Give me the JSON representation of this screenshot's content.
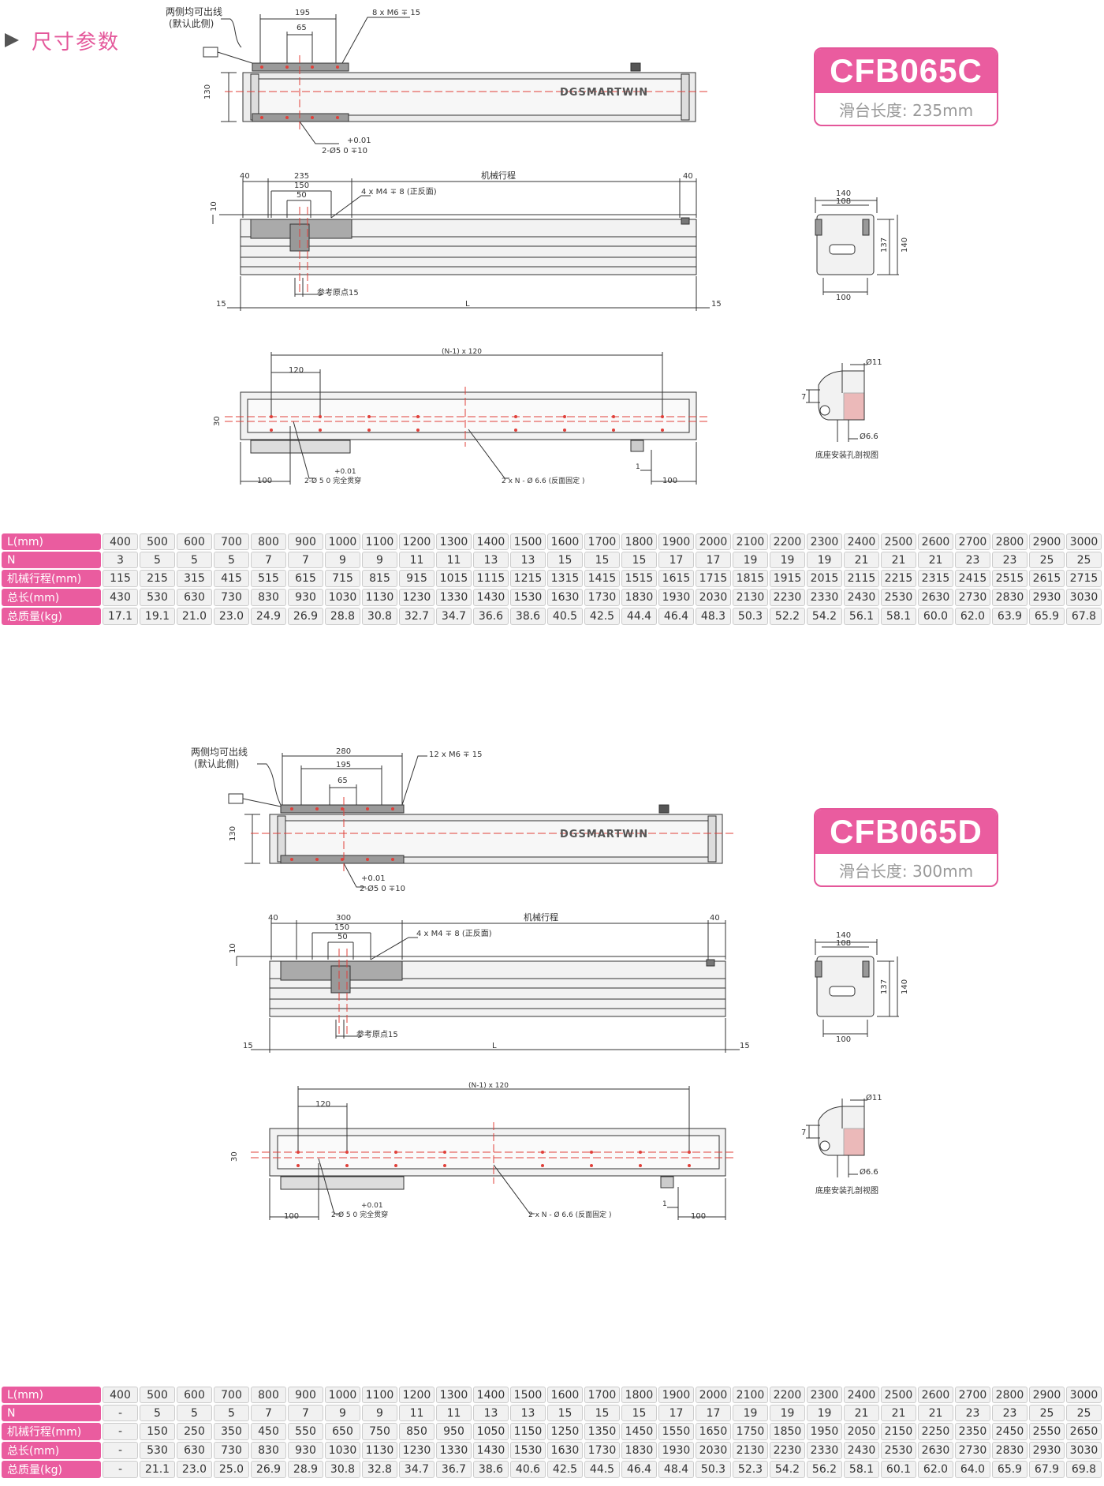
{
  "section_title": "尺寸参数",
  "models": [
    {
      "name": "CFB065C",
      "slide_length": "滑台长度: 235mm",
      "brand": "DGSMARTWIN",
      "top_view": {
        "cable_note1": "两侧均可出线",
        "cable_note2": "(默认此侧)",
        "dim_a": "195",
        "dim_b": "65",
        "holes": "8 x M6 ∓ 15",
        "height": "130",
        "pin_tol": "+0.01",
        "pin_spec": "2-Ø5  0   ∓10"
      },
      "front_view": {
        "left": "40",
        "width": "235",
        "dim_150": "150",
        "dim_50": "50",
        "holes": "4 x M4 ∓ 8 (正反面)",
        "stroke": "机械行程",
        "right": "40",
        "h10": "10",
        "origin": "参考原点15",
        "end_l": "15",
        "total": "L",
        "end_r": "15"
      },
      "end_view": {
        "w140": "140",
        "w108": "108",
        "h137": "137",
        "h140": "140",
        "w100": "100"
      },
      "bottom_view": {
        "pitch": "(N-1) x 120",
        "p120": "120",
        "h30": "30",
        "p100l": "100",
        "pin_tol": "+0.01",
        "pin_spec": "2-Ø 5  0    完全贯穿",
        "holes": "2 x N - Ø 6.6 (反面固定 )",
        "one": "1",
        "p100r": "100"
      },
      "section_view": {
        "d11": "Ø11",
        "h7": "7",
        "d66": "Ø6.6",
        "caption": "底座安装孔剖视图"
      },
      "table": {
        "rows": [
          {
            "label": "L(mm)",
            "values": [
              "400",
              "500",
              "600",
              "700",
              "800",
              "900",
              "1000",
              "1100",
              "1200",
              "1300",
              "1400",
              "1500",
              "1600",
              "1700",
              "1800",
              "1900",
              "2000",
              "2100",
              "2200",
              "2300",
              "2400",
              "2500",
              "2600",
              "2700",
              "2800",
              "2900",
              "3000"
            ]
          },
          {
            "label": "N",
            "values": [
              "3",
              "5",
              "5",
              "5",
              "7",
              "7",
              "9",
              "9",
              "11",
              "11",
              "13",
              "13",
              "15",
              "15",
              "15",
              "17",
              "17",
              "19",
              "19",
              "19",
              "21",
              "21",
              "21",
              "23",
              "23",
              "25",
              "25"
            ]
          },
          {
            "label": "机械行程(mm)",
            "values": [
              "115",
              "215",
              "315",
              "415",
              "515",
              "615",
              "715",
              "815",
              "915",
              "1015",
              "1115",
              "1215",
              "1315",
              "1415",
              "1515",
              "1615",
              "1715",
              "1815",
              "1915",
              "2015",
              "2115",
              "2215",
              "2315",
              "2415",
              "2515",
              "2615",
              "2715"
            ]
          },
          {
            "label": "总长(mm)",
            "values": [
              "430",
              "530",
              "630",
              "730",
              "830",
              "930",
              "1030",
              "1130",
              "1230",
              "1330",
              "1430",
              "1530",
              "1630",
              "1730",
              "1830",
              "1930",
              "2030",
              "2130",
              "2230",
              "2330",
              "2430",
              "2530",
              "2630",
              "2730",
              "2830",
              "2930",
              "3030"
            ]
          },
          {
            "label": "总质量(kg)",
            "values": [
              "17.1",
              "19.1",
              "21.0",
              "23.0",
              "24.9",
              "26.9",
              "28.8",
              "30.8",
              "32.7",
              "34.7",
              "36.6",
              "38.6",
              "40.5",
              "42.5",
              "44.4",
              "46.4",
              "48.3",
              "50.3",
              "52.2",
              "54.2",
              "56.1",
              "58.1",
              "60.0",
              "62.0",
              "63.9",
              "65.9",
              "67.8"
            ]
          }
        ]
      }
    },
    {
      "name": "CFB065D",
      "slide_length": "滑台长度: 300mm",
      "brand": "DGSMARTWIN",
      "top_view": {
        "cable_note1": "两侧均可出线",
        "cable_note2": "(默认此侧)",
        "dim_c": "280",
        "dim_a": "195",
        "dim_b": "65",
        "holes": "12 x M6 ∓ 15",
        "height": "130",
        "pin_tol": "+0.01",
        "pin_spec": "2-Ø5  0   ∓10"
      },
      "front_view": {
        "left": "40",
        "width": "300",
        "dim_150": "150",
        "dim_50": "50",
        "holes": "4 x M4 ∓ 8 (正反面)",
        "stroke": "机械行程",
        "right": "40",
        "h10": "10",
        "origin": "参考原点15",
        "end_l": "15",
        "total": "L",
        "end_r": "15"
      },
      "end_view": {
        "w140": "140",
        "w108": "108",
        "h137": "137",
        "h140": "140",
        "w100": "100"
      },
      "bottom_view": {
        "pitch": "(N-1) x 120",
        "p120": "120",
        "h30": "30",
        "p100l": "100",
        "pin_tol": "+0.01",
        "pin_spec": "2-Ø 5  0    完全贯穿",
        "holes": "2 x N - Ø 6.6 (反面固定 )",
        "one": "1",
        "p100r": "100"
      },
      "section_view": {
        "d11": "Ø11",
        "h7": "7",
        "d66": "Ø6.6",
        "caption": "底座安装孔剖视图"
      },
      "table": {
        "rows": [
          {
            "label": "L(mm)",
            "values": [
              "400",
              "500",
              "600",
              "700",
              "800",
              "900",
              "1000",
              "1100",
              "1200",
              "1300",
              "1400",
              "1500",
              "1600",
              "1700",
              "1800",
              "1900",
              "2000",
              "2100",
              "2200",
              "2300",
              "2400",
              "2500",
              "2600",
              "2700",
              "2800",
              "2900",
              "3000"
            ]
          },
          {
            "label": "N",
            "values": [
              "-",
              "5",
              "5",
              "5",
              "7",
              "7",
              "9",
              "9",
              "11",
              "11",
              "13",
              "13",
              "15",
              "15",
              "15",
              "17",
              "17",
              "19",
              "19",
              "19",
              "21",
              "21",
              "21",
              "23",
              "23",
              "25",
              "25"
            ]
          },
          {
            "label": "机械行程(mm)",
            "values": [
              "-",
              "150",
              "250",
              "350",
              "450",
              "550",
              "650",
              "750",
              "850",
              "950",
              "1050",
              "1150",
              "1250",
              "1350",
              "1450",
              "1550",
              "1650",
              "1750",
              "1850",
              "1950",
              "2050",
              "2150",
              "2250",
              "2350",
              "2450",
              "2550",
              "2650"
            ]
          },
          {
            "label": "总长(mm)",
            "values": [
              "-",
              "530",
              "630",
              "730",
              "830",
              "930",
              "1030",
              "1130",
              "1230",
              "1330",
              "1430",
              "1530",
              "1630",
              "1730",
              "1830",
              "1930",
              "2030",
              "2130",
              "2230",
              "2330",
              "2430",
              "2530",
              "2630",
              "2730",
              "2830",
              "2930",
              "3030"
            ]
          },
          {
            "label": "总质量(kg)",
            "values": [
              "-",
              "21.1",
              "23.0",
              "25.0",
              "26.9",
              "28.9",
              "30.8",
              "32.8",
              "34.7",
              "36.7",
              "38.6",
              "40.6",
              "42.5",
              "44.5",
              "46.4",
              "48.4",
              "50.3",
              "52.3",
              "54.2",
              "56.2",
              "58.1",
              "60.1",
              "62.0",
              "64.0",
              "65.9",
              "67.9",
              "69.8"
            ]
          }
        ]
      }
    }
  ]
}
